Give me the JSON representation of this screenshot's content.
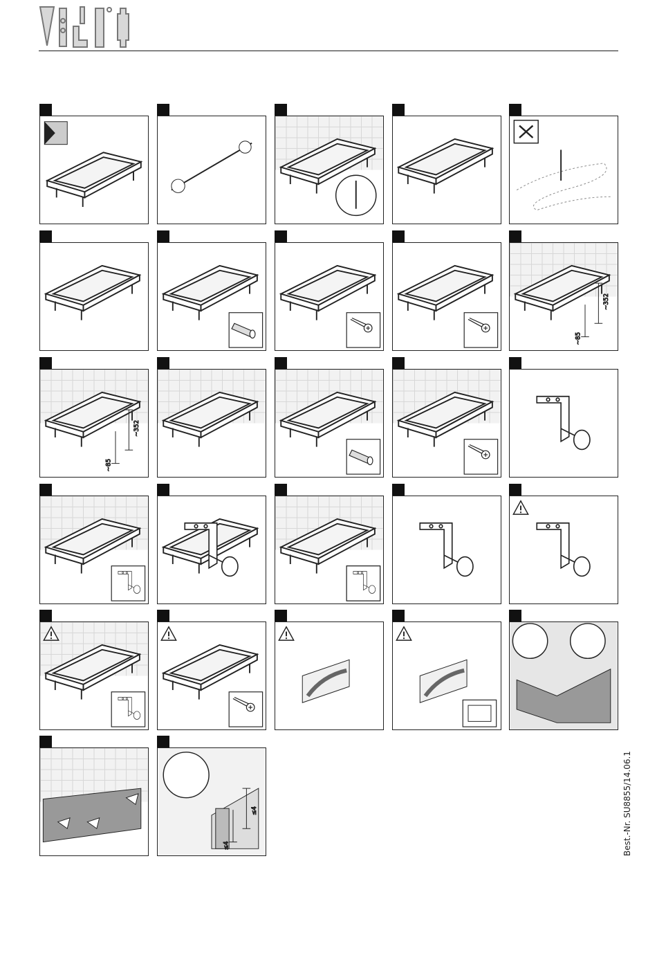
{
  "brand": {
    "logo_icon": "villeroy-tools-logo-icon"
  },
  "document": {
    "order_number": "Best.-Nr. SU8855/14.06.1"
  },
  "steps": [
    {
      "illustration": "bathtub-overview",
      "dims": []
    },
    {
      "illustration": "leg-rod-assembly",
      "dims": []
    },
    {
      "illustration": "tub-legs-magnified",
      "dims": []
    },
    {
      "illustration": "tub-leg-measure",
      "dims": []
    },
    {
      "illustration": "no-drill-floor-heating",
      "dims": []
    },
    {
      "illustration": "drill-floor",
      "dims": []
    },
    {
      "illustration": "dowel-insert",
      "dims": []
    },
    {
      "illustration": "screw-foot",
      "dims": []
    },
    {
      "illustration": "screw-foot-2",
      "dims": []
    },
    {
      "illustration": "wall-measure",
      "dims": [
        "~352",
        "~85"
      ]
    },
    {
      "illustration": "wall-measure-tiles",
      "dims": [
        "~352",
        "~85"
      ]
    },
    {
      "illustration": "rods-fit",
      "dims": []
    },
    {
      "illustration": "wall-dowels",
      "dims": []
    },
    {
      "illustration": "frame-screws",
      "dims": []
    },
    {
      "illustration": "wall-bracket",
      "dims": []
    },
    {
      "illustration": "corner-fix",
      "dims": []
    },
    {
      "illustration": "bracket-knob",
      "dims": []
    },
    {
      "illustration": "frame-bracket",
      "dims": []
    },
    {
      "illustration": "bracket-screw",
      "dims": []
    },
    {
      "illustration": "warning-bracket",
      "dims": []
    },
    {
      "illustration": "warning-tub",
      "dims": []
    },
    {
      "illustration": "warning-screw",
      "dims": []
    },
    {
      "illustration": "warning-panel",
      "dims": []
    },
    {
      "illustration": "warning-panel-open",
      "dims": []
    },
    {
      "illustration": "panel-clips",
      "dims": []
    },
    {
      "illustration": "panel-press",
      "dims": []
    },
    {
      "illustration": "gap-detail",
      "dims": [
        "≤4",
        "≤4"
      ]
    }
  ]
}
